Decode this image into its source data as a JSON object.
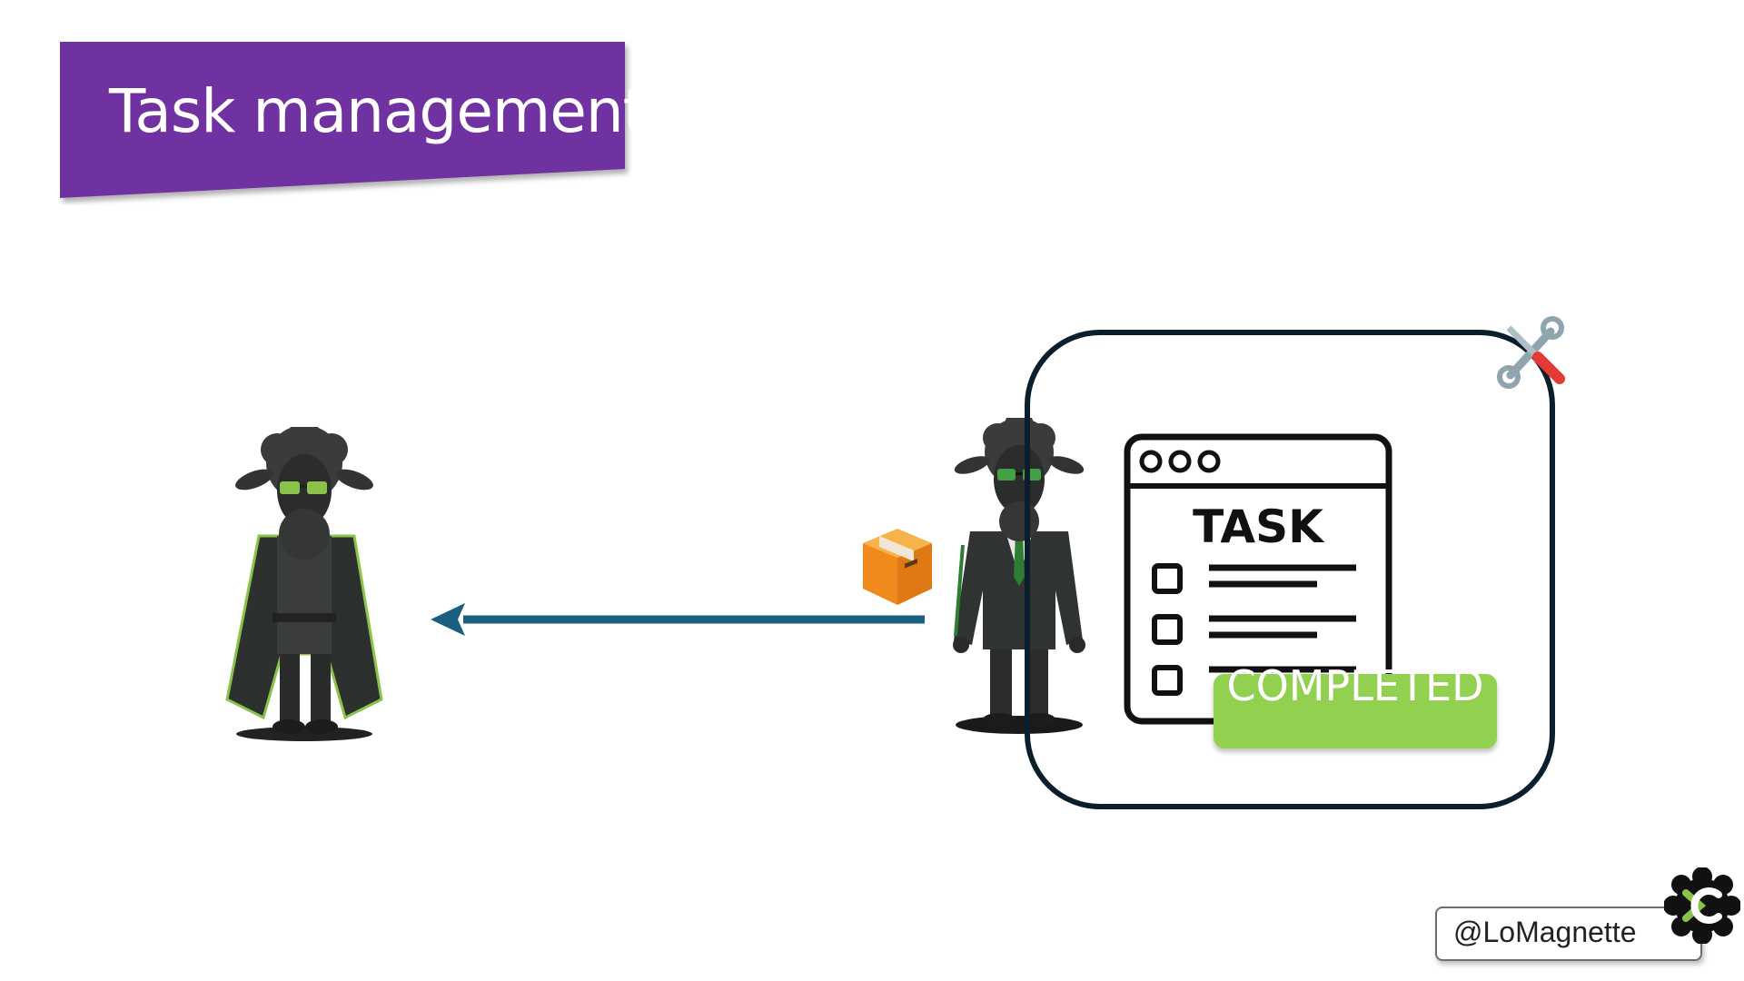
{
  "slide": {
    "title": "Task management",
    "task_label": "TASK",
    "status_badge": "COMPLETED",
    "handle": "@LoMagnette"
  },
  "icons": {
    "left_character": "sheep-in-coat-icon",
    "right_character": "sheep-in-suit-icon",
    "package": "package-icon",
    "tools": "tools-icon",
    "task_window": "task-checklist-icon",
    "logo": "brand-logo-icon"
  },
  "colors": {
    "title_banner": "#7030a0",
    "arrow": "#1b5f80",
    "badge": "#92d050",
    "frame": "#0b1e2b"
  }
}
